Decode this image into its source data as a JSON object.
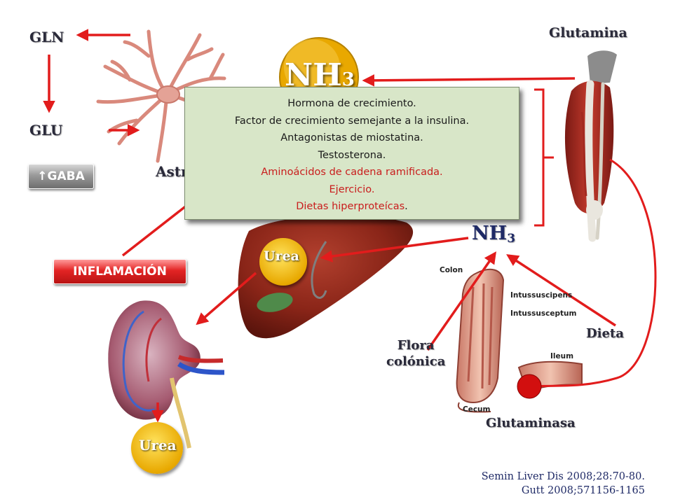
{
  "labels": {
    "gln": "GLN",
    "glu": "GLU",
    "gaba": "↑GABA",
    "astro": "Astr",
    "inflammation": "INFLAMACIÓN",
    "glutamina": "Glutamina",
    "nh3_top": "NH",
    "nh3_mid": "NH",
    "nh3_sub": "3",
    "urea_liver": "Urea",
    "urea_kidney": "Urea",
    "flora_line1": "Flora",
    "flora_line2": "colónica",
    "dieta": "Dieta",
    "glutaminasa": "Glutaminasa"
  },
  "intestine_labels": {
    "colon": "Colon",
    "intussuscipens": "Intussuscipens",
    "intussusceptum": "Intussusceptum",
    "ileum": "Ileum",
    "cecum": "Cecum"
  },
  "info_box": {
    "lines": [
      {
        "text": "Hormona de crecimiento.",
        "color": "black"
      },
      {
        "text": "Factor  de crecimiento semejante a la insulina.",
        "color": "black"
      },
      {
        "text": "Antagonistas de miostatina.",
        "color": "black"
      },
      {
        "text": "Testosterona.",
        "color": "black"
      },
      {
        "text": "Aminoácidos de cadena ramificada.",
        "color": "red"
      },
      {
        "text": "Ejercicio.",
        "color": "red"
      },
      {
        "text": "Dietas hiperproteícas",
        "color": "red",
        "suffix": "."
      }
    ]
  },
  "references": {
    "line1": "Semin Liver Dis 2008;28:70-80.",
    "line2": "Gutt 2008;571156-1165"
  },
  "colors": {
    "arrow": "#e21c1c",
    "info_box_bg": "#d8e6c8",
    "urea_circle": "#f0b800",
    "red_text": "#c91d1d"
  }
}
